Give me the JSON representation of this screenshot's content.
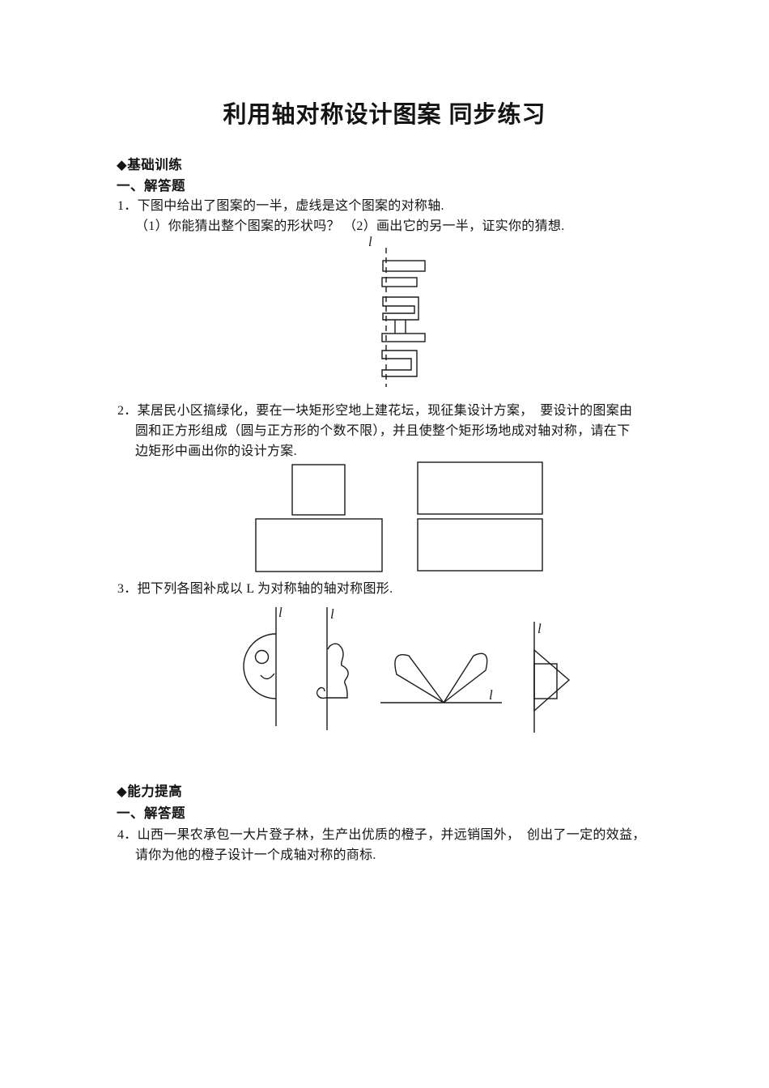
{
  "title": "利用轴对称设计图案 同步练习",
  "basic_section": {
    "heading": "◆基础训练",
    "subheading": "一、解答题"
  },
  "advanced_section": {
    "heading": "◆能力提高",
    "subheading": "一、解答题"
  },
  "q1": {
    "lines": [
      "1．下图中给出了图案的一半，虚线是这个图案的对称轴.",
      "（1）你能猜出整个图案的形状吗？ （2）画出它的另一半，证实你的猜想."
    ]
  },
  "q2": {
    "lines": [
      "2．某居民小区搞绿化，要在一块矩形空地上建花坛，现征集设计方案，  要设计的图案由",
      "圆和正方形组成（圆与正方形的个数不限），并且使整个矩形场地成对轴对称，请在下",
      "边矩形中画出你的设计方案."
    ]
  },
  "q3": {
    "lines": [
      "3．把下列各图补成以 L 为对称轴的轴对称图形."
    ]
  },
  "q4": {
    "lines": [
      "4．山西一果农承包一大片登子林，生产出优质的橙子，并远销国外，  创出了一定的效益，",
      "请你为他的橙子设计一个成轴对称的商标."
    ]
  },
  "figures": {
    "axis_label": "l",
    "ink_color": "#1a1a1a"
  }
}
